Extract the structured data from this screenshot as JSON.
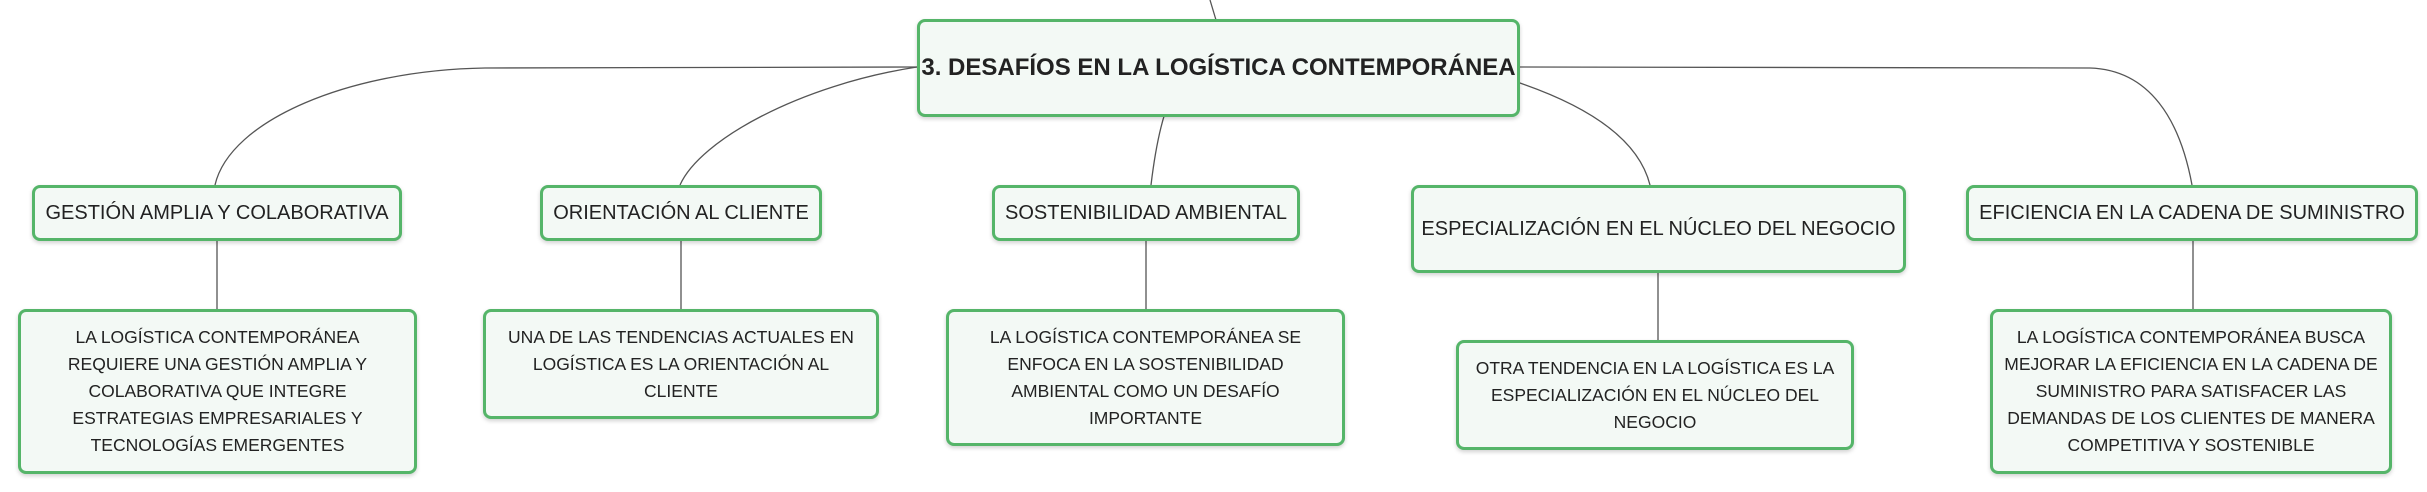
{
  "root": {
    "text": "3. DESAFÍOS EN LA LOGÍSTICA CONTEMPORÁNEA"
  },
  "branches": [
    {
      "topic": "GESTIÓN AMPLIA Y COLABORATIVA",
      "detail": "LA LOGÍSTICA CONTEMPORÁNEA REQUIERE UNA GESTIÓN AMPLIA Y COLABORATIVA QUE INTEGRE ESTRATEGIAS EMPRESARIALES Y TECNOLOGÍAS EMERGENTES"
    },
    {
      "topic": "ORIENTACIÓN AL CLIENTE",
      "detail": "UNA DE LAS TENDENCIAS ACTUALES EN LOGÍSTICA ES LA ORIENTACIÓN AL CLIENTE"
    },
    {
      "topic": "SOSTENIBILIDAD AMBIENTAL",
      "detail": "LA LOGÍSTICA CONTEMPORÁNEA SE ENFOCA EN LA SOSTENIBILIDAD AMBIENTAL COMO UN DESAFÍO IMPORTANTE"
    },
    {
      "topic": "ESPECIALIZACIÓN EN EL NÚCLEO DEL NEGOCIO",
      "detail": "OTRA TENDENCIA EN LA LOGÍSTICA ES LA ESPECIALIZACIÓN EN EL NÚCLEO DEL NEGOCIO"
    },
    {
      "topic": "EFICIENCIA EN LA CADENA DE SUMINISTRO",
      "detail": "LA LOGÍSTICA CONTEMPORÁNEA BUSCA MEJORAR LA EFICIENCIA EN LA CADENA DE SUMINISTRO PARA SATISFACER LAS DEMANDAS DE LOS CLIENTES DE MANERA COMPETITIVA Y SOSTENIBLE"
    }
  ],
  "colors": {
    "border": "#55b569",
    "fill": "#f3f9f5",
    "line": "#555555",
    "text": "#222222"
  }
}
